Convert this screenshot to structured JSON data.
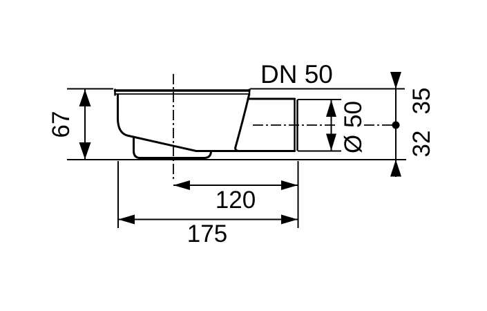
{
  "drawing": {
    "type_label": "DN 50",
    "dims": {
      "body_height": "67",
      "outlet_diameter": "Ø 50",
      "centerline_offset_top": "35",
      "centerline_offset_bottom": "32",
      "outlet_to_centerline": "120",
      "overall_length": "175"
    },
    "colors": {
      "line": "#000000",
      "background": "#ffffff"
    }
  }
}
